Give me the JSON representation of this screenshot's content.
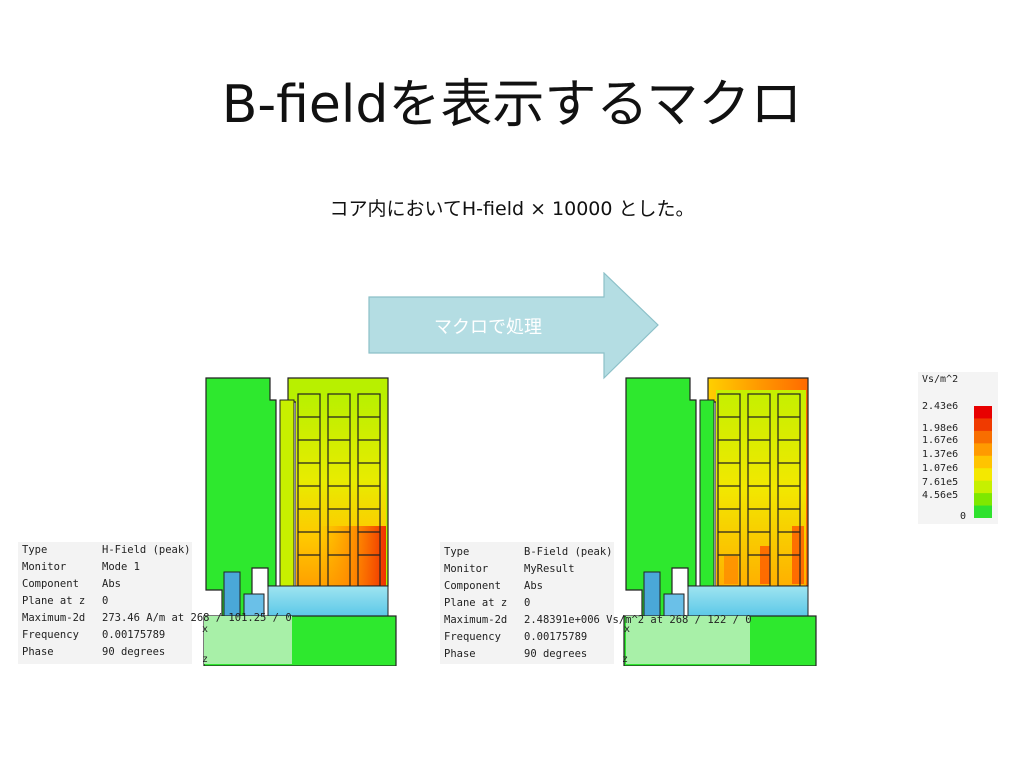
{
  "slide": {
    "title": "B-fieldを表示するマクロ",
    "subtitle": "コア内においてH-field × 10000 とした。",
    "arrow_label": "マクロで処理"
  },
  "left_info": {
    "rows": [
      {
        "key": "Type",
        "value": "H-Field (peak)"
      },
      {
        "key": "Monitor",
        "value": "Mode 1"
      },
      {
        "key": "Component",
        "value": "Abs"
      },
      {
        "key": "Plane at z",
        "value": "0"
      },
      {
        "key": "Maximum-2d",
        "value": "273.46 A/m at 268 / 101.25 / 0"
      },
      {
        "key": "Frequency",
        "value": "0.00175789"
      },
      {
        "key": "Phase",
        "value": "90 degrees"
      }
    ]
  },
  "right_info": {
    "rows": [
      {
        "key": "Type",
        "value": "B-Field (peak)"
      },
      {
        "key": "Monitor",
        "value": "MyResult"
      },
      {
        "key": "Component",
        "value": "Abs"
      },
      {
        "key": "Plane at z",
        "value": "0"
      },
      {
        "key": "Maximum-2d",
        "value": "2.48391e+006 Vs/m^2 at 268 / 122 / 0"
      },
      {
        "key": "Frequency",
        "value": "0.00175789"
      },
      {
        "key": "Phase",
        "value": "90 degrees"
      }
    ]
  },
  "axis": {
    "x": "x",
    "z": "z"
  },
  "legend": {
    "unit": "Vs/m^2",
    "ticks": [
      "2.43e6",
      "1.98e6",
      "1.67e6",
      "1.37e6",
      "1.07e6",
      "7.61e5",
      "4.56e5",
      "0"
    ],
    "colors": [
      "#e80000",
      "#f03a00",
      "#f86e00",
      "#ff9a00",
      "#ffc400",
      "#f4e800",
      "#c6f000",
      "#7ee800",
      "#2fe22e"
    ]
  },
  "colors": {
    "arrow_fill": "#b4dde3",
    "arrow_stroke": "#8cc0c8",
    "field_green": "#2ee82e",
    "field_yellowgreen": "#b8f000",
    "field_yellow": "#f0e800",
    "field_orange": "#ff8a00",
    "field_red": "#ee2a00",
    "air_blue": "#8fd8ee",
    "info_overlay_green": "#a8f0a8"
  }
}
